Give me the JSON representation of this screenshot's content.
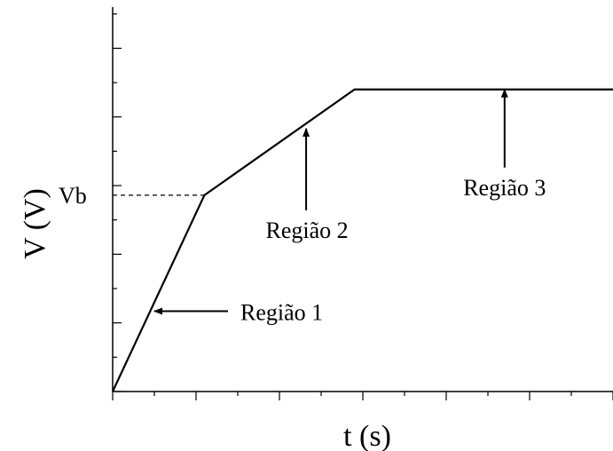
{
  "chart_data": {
    "type": "line",
    "xlabel": "t (s)",
    "ylabel": "V (V)",
    "xlim": [
      0,
      6
    ],
    "ylim": [
      0,
      5.6
    ],
    "x_major_ticks": [
      0,
      1,
      2,
      3,
      4,
      5,
      6
    ],
    "y_major_ticks": [
      0,
      1,
      2,
      3,
      4,
      5
    ],
    "x_labels_visible": false,
    "y_labels_visible": false,
    "grid": false,
    "line_color": "#000000",
    "series": [
      {
        "x": [
          0,
          1.1,
          2.9,
          6.0
        ],
        "y": [
          0,
          2.86,
          4.4,
          4.4
        ]
      }
    ],
    "reference": {
      "label": "Vb",
      "y": 2.86,
      "x_end": 1.1,
      "style": "dashed"
    },
    "annotations": [
      {
        "text": "Região 1",
        "arrow_tip": [
          0.5,
          1.17
        ],
        "arrow_dir": "left"
      },
      {
        "text": "Região 2",
        "arrow_tip": [
          2.32,
          3.83
        ],
        "arrow_dir": "up"
      },
      {
        "text": "Região 3",
        "arrow_tip": [
          4.7,
          4.4
        ],
        "arrow_dir": "up"
      }
    ]
  }
}
